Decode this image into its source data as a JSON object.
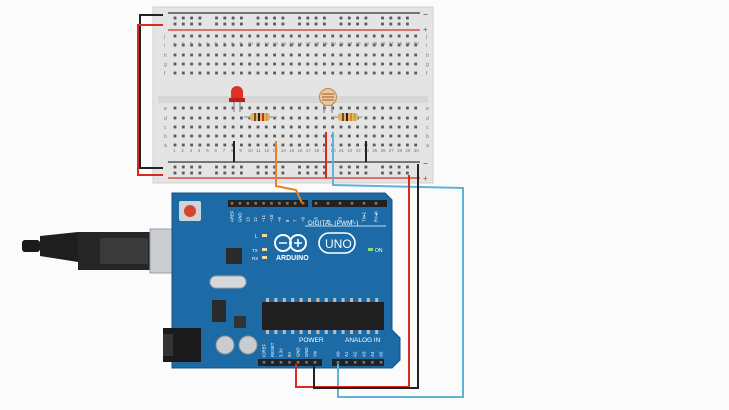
{
  "breadboard": {
    "rail_plus": "+",
    "rail_minus": "−",
    "rows_top": [
      "j",
      "i",
      "h",
      "g",
      "f"
    ],
    "rows_bottom": [
      "e",
      "d",
      "c",
      "b",
      "a"
    ],
    "columns": [
      "1",
      "2",
      "3",
      "4",
      "5",
      "6",
      "7",
      "8",
      "9",
      "10",
      "11",
      "12",
      "13",
      "14",
      "15",
      "16",
      "17",
      "18",
      "19",
      "20",
      "21",
      "22",
      "23",
      "24",
      "25",
      "26",
      "27",
      "28",
      "29",
      "30"
    ]
  },
  "components": {
    "led": "LED (red)",
    "resistor_1": "resistor",
    "resistor_2": "resistor",
    "photoresistor": "photoresistor"
  },
  "arduino": {
    "brand": "ARDUINO",
    "model": "UNO",
    "digital_header": "DIGITAL (PWM~)",
    "power_header": "POWER",
    "analog_header": "ANALOG IN",
    "on_label": "ON",
    "tx_label": "TX",
    "rx_label": "RX",
    "l_label": "L",
    "digital_pins": [
      "AREF",
      "GND",
      "13",
      "12",
      "~11",
      "~10",
      "~9",
      "8",
      "7",
      "~6",
      "~5",
      "4",
      "~3",
      "2",
      "TX▸1",
      "RX◂0"
    ],
    "power_pins": [
      "IOREF",
      "RESET",
      "3.3V",
      "5V",
      "GND",
      "GND",
      "Vin"
    ],
    "analog_pins": [
      "A0",
      "A1",
      "A2",
      "A3",
      "A4",
      "A5"
    ]
  },
  "colors": {
    "board_blue": "#1c6aa6",
    "breadboard": "#e4e4e4",
    "wire_red": "#d72b20",
    "wire_black": "#222222",
    "wire_orange": "#e9841d",
    "wire_cyan": "#5fb4d6"
  }
}
